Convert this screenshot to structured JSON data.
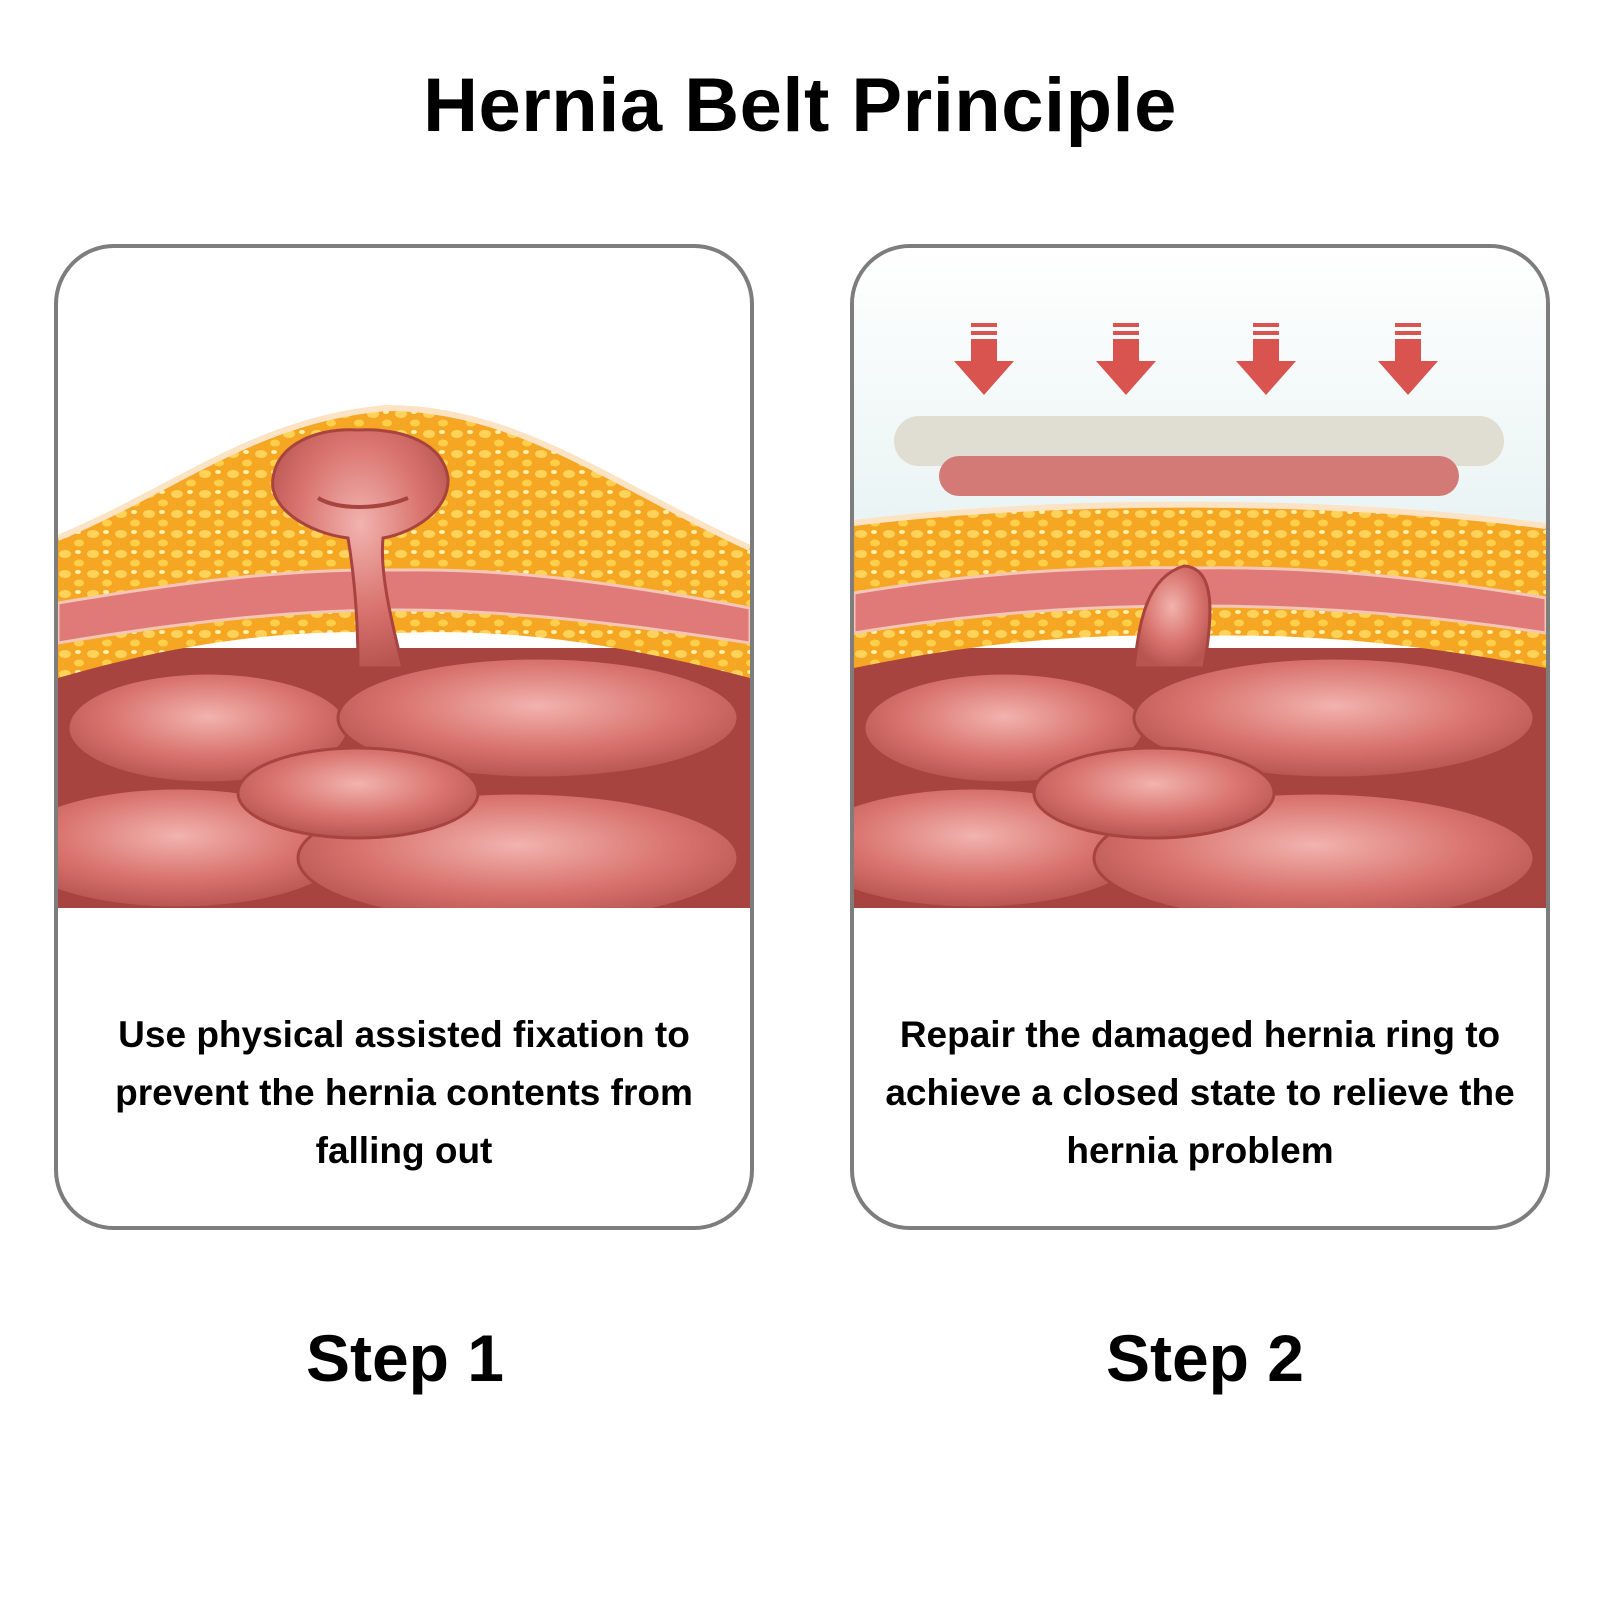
{
  "title": "Hernia Belt Principle",
  "steps": [
    {
      "label": "Step 1",
      "caption": "Use physical assisted fixation to prevent the hernia contents from falling out"
    },
    {
      "label": "Step 2",
      "caption": "Repair the damaged hernia ring to achieve a closed state to relieve the hernia problem"
    }
  ],
  "colors": {
    "fat": "#f5a623",
    "fat_bubble": "#ffd25a",
    "muscle": "#e07a78",
    "intestine": "#d9736e",
    "intestine_highlight": "#f2b3ae",
    "intestine_dark": "#a8443f",
    "arrow": "#d9534f",
    "belt": "#e0ddd2",
    "belt_pad": "#d47a76",
    "card_border": "#7d7d7d"
  }
}
